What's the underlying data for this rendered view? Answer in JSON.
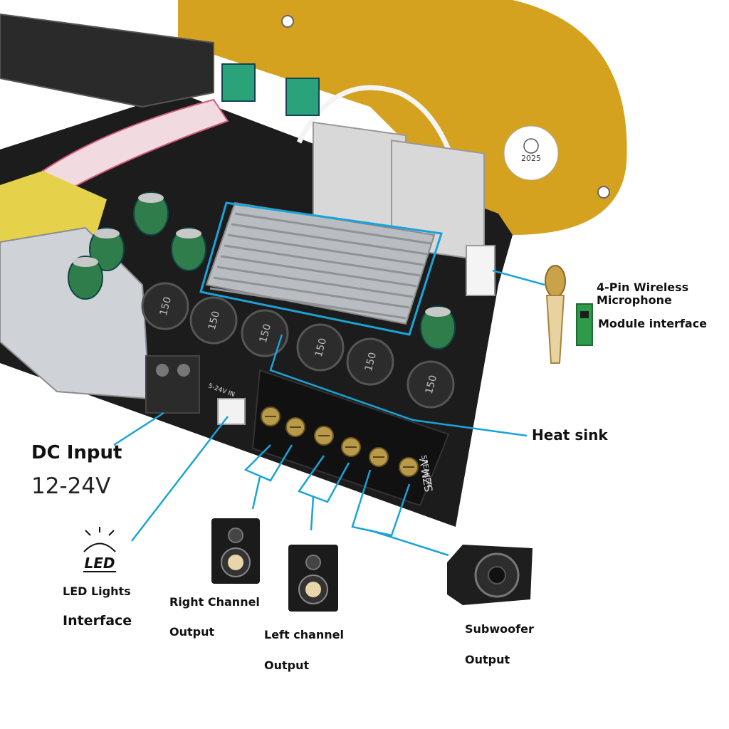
{
  "callouts": {
    "microphone": {
      "line1": "4-Pin Wireless",
      "line2": "Microphone",
      "line3": "Module interface"
    },
    "heat_sink": "Heat sink",
    "dc_input": {
      "title": "DC Input",
      "voltage": "12-24V"
    },
    "led": {
      "icon_text": "LED",
      "line1": "LED Lights",
      "line2": "Interface"
    },
    "right_channel": {
      "line1": "Right Channel",
      "line2": "Output"
    },
    "left_channel": {
      "line1": "Left channel",
      "line2": "Output"
    },
    "subwoofer": {
      "line1": "Subwoofer",
      "line2": "Output"
    }
  },
  "board": {
    "inductor_value": "150",
    "date_seal_year": "2025",
    "speaker_label": "SPEAKER",
    "connector_label": "SZM V",
    "input_label": "5-24V IN"
  },
  "colors": {
    "callout_line": "#1aa3d9",
    "pcb": "#1c1c1c",
    "gold_panel": "#d4a21f",
    "heatsink": "#b9bcc0",
    "relay": "#d8d8d8",
    "green_cap": "#2e7d4a"
  }
}
